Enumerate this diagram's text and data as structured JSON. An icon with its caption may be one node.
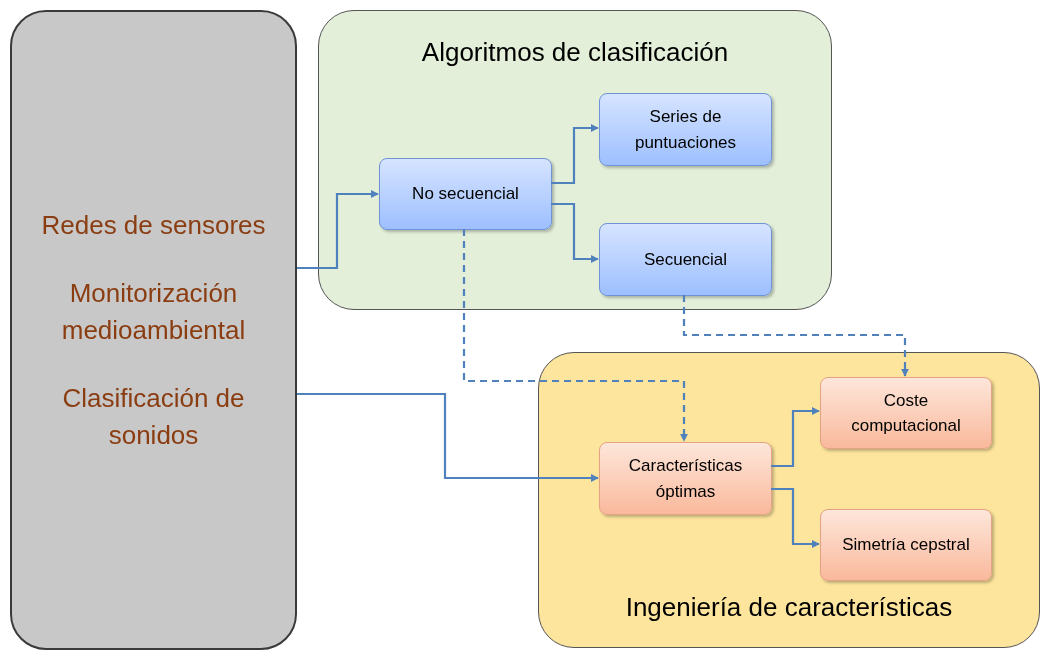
{
  "diagram": {
    "nodes": [
      {
        "text": [
          "Redes de sensores",
          "Monitorización medioambiental",
          "Clasificación de sonidos"
        ]
      },
      {
        "text": [
          "Algoritmos de clasificación"
        ]
      },
      {
        "text": [
          "No secuencial"
        ],
        "in": 1
      },
      {
        "text": [
          "Series de puntuaciones"
        ],
        "in": 1
      },
      {
        "text": [
          "Secuencial"
        ],
        "in": 1
      },
      {
        "text": [
          "Ingeniería de características"
        ]
      },
      {
        "text": [
          "Características óptimas"
        ],
        "in": 5
      },
      {
        "text": [
          "Coste computacional"
        ],
        "in": 5
      },
      {
        "text": [
          "Simetría cepstral"
        ],
        "in": 5
      }
    ],
    "edges": [
      {
        "from": 0,
        "to": 2,
        "arrow": "to"
      },
      {
        "from": 2,
        "to": 3,
        "arrow": "to"
      },
      {
        "from": 2,
        "to": 4,
        "arrow": "to"
      },
      {
        "from": 0,
        "to": 6,
        "arrow": "to"
      },
      {
        "from": 2,
        "to": 6,
        "arrow": "to",
        "style": "dashed"
      },
      {
        "from": 4,
        "to": 7,
        "arrow": "to",
        "style": "dashed"
      },
      {
        "from": 6,
        "to": 7,
        "arrow": "to"
      },
      {
        "from": 6,
        "to": 8,
        "arrow": "to"
      }
    ]
  }
}
